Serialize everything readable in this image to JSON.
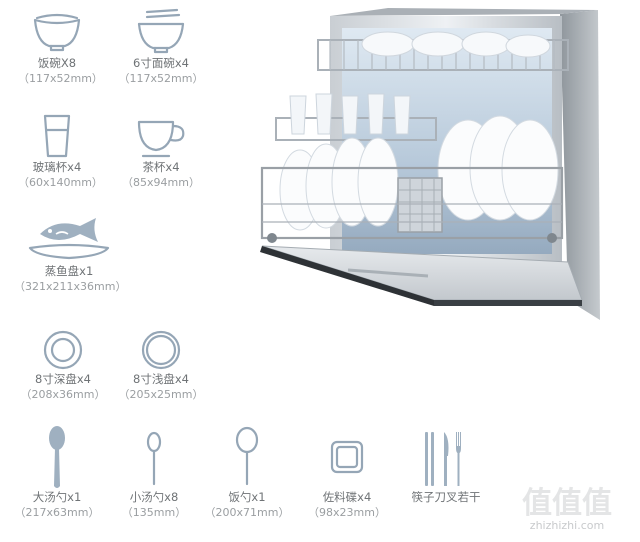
{
  "items": [
    {
      "icon": "rice-bowl-icon",
      "label": "饭碗X8",
      "dims": "（117x52mm）"
    },
    {
      "icon": "noodle-bowl-icon",
      "label": "6寸面碗x4",
      "dims": "（117x52mm）"
    },
    {
      "icon": "glass-icon",
      "label": "玻璃杯x4",
      "dims": "（60x140mm）"
    },
    {
      "icon": "tea-cup-icon",
      "label": "茶杯x4",
      "dims": "（85x94mm）"
    },
    {
      "icon": "fish-plate-icon",
      "label": "蒸鱼盘x1",
      "dims": "（321x211x36mm）"
    },
    {
      "icon": "deep-plate-icon",
      "label": "8寸深盘x4",
      "dims": "（208x36mm）"
    },
    {
      "icon": "shallow-plate-icon",
      "label": "8寸浅盘x4",
      "dims": "（205x25mm）"
    },
    {
      "icon": "soup-ladle-icon",
      "label": "大汤勺x1",
      "dims": "（217x63mm）"
    },
    {
      "icon": "small-spoon-icon",
      "label": "小汤勺x8",
      "dims": "（135mm）"
    },
    {
      "icon": "rice-scoop-icon",
      "label": "饭勺x1",
      "dims": "（200x71mm）"
    },
    {
      "icon": "sauce-dish-icon",
      "label": "佐料碟x4",
      "dims": "（98x23mm）"
    },
    {
      "icon": "cutlery-icon",
      "label": "筷子刀叉若干",
      "dims": ""
    }
  ],
  "watermark": {
    "logo": "值值值",
    "url": "zhizhizhi.com"
  },
  "colors": {
    "icon": "#95a6b6",
    "text": "#6f7376",
    "steel": "#9aa0a6"
  }
}
